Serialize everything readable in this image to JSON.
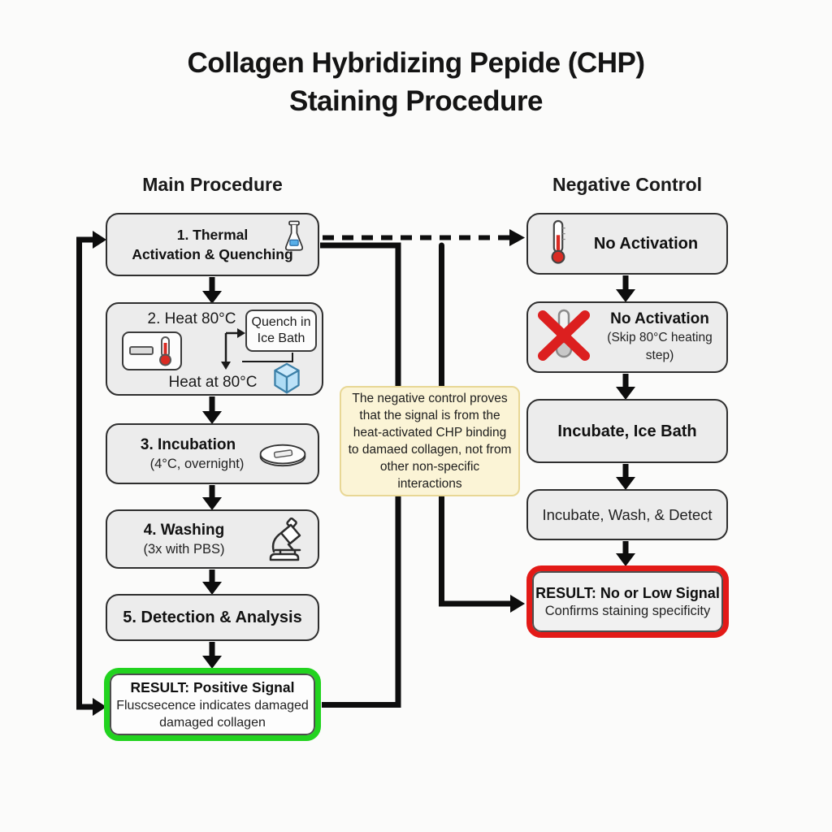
{
  "title": {
    "line1": "Collagen Hybridizing Pepide (CHP)",
    "line2": "Staining Procedure"
  },
  "main": {
    "heading": "Main Procedure",
    "step1": {
      "line1": "1. Thermal",
      "line2": "Activation & Quenching",
      "icon": "flask-icon"
    },
    "step2": {
      "title": "2. Heat 80°C",
      "quench_label": "Quench in Ice Bath",
      "bottom_label": "Heat at 80°C",
      "icons": [
        "heater-thermometer-icon",
        "ice-cube-icon"
      ]
    },
    "step3": {
      "title": "3. Incubation",
      "sub": "(4°C, overnight)",
      "icon": "petri-dish-icon"
    },
    "step4": {
      "title": "4. Washing",
      "sub": "(3x with PBS)",
      "icon": "microscope-icon"
    },
    "step5": {
      "title": "5. Detection & Analysis"
    },
    "result": {
      "title": "RESULT: Positive Signal",
      "line1": "Fluscsecence indicates damaged",
      "line2": "damaged collagen"
    }
  },
  "negative": {
    "heading": "Negative Control",
    "step1": {
      "title": "No Activation",
      "icon": "thermometer-icon"
    },
    "step2": {
      "title": "No Activation",
      "sub": "(Skip 80°C heating step)",
      "icon": "crossed-thermometer-icon"
    },
    "step3": {
      "title": "Incubate, Ice Bath"
    },
    "step4": {
      "title": "Incubate, Wash, & Detect"
    },
    "result": {
      "title": "RESULT: No or Low Signal",
      "sub": "Confirms staining specificity"
    }
  },
  "note": {
    "text": "The negative control proves that the signal is from the heat-activated CHP binding to damaed collagen, not from other non-specific interactions"
  },
  "colors": {
    "positive_green": "#22d31f",
    "negative_red": "#e31a17",
    "note_bg": "#fbf4d6",
    "note_border": "#e8d795",
    "box_bg": "#ececec",
    "box_border": "#2e2e2e",
    "arrow_black": "#0d0d0d",
    "ice_blue": "#aedcf5",
    "thermometer_red": "#d92b23",
    "flask_blue": "#57aee8"
  }
}
